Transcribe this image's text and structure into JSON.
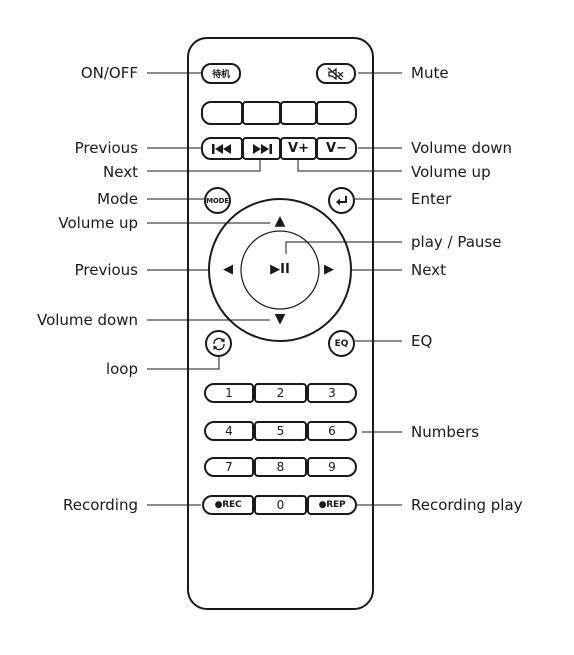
{
  "labels_left": {
    "on_off": "ON/OFF",
    "previous_top": "Previous",
    "next_top": "Next",
    "mode": "Mode",
    "volume_up_left": "Volume up",
    "previous_mid": "Previous",
    "volume_down_left": "Volume down",
    "loop": "loop",
    "recording": "Recording"
  },
  "labels_right": {
    "mute": "Mute",
    "volume_down_right": "Volume down",
    "volume_up_right": "Volume up",
    "enter": "Enter",
    "play_pause": "play / Pause",
    "next_mid": "Next",
    "eq": "EQ",
    "numbers": "Numbers",
    "recording_play": "Recording play"
  },
  "buttons": {
    "power": "待机",
    "mute_icon": "mute-speaker-icon",
    "prev": "⏮",
    "next": "⏭",
    "vol_up": "V+",
    "vol_down": "V−",
    "mode": "MODE",
    "enter_icon": "enter-return-icon",
    "up": "▲",
    "down": "▼",
    "left": "◀",
    "right": "▶",
    "play_pause": "▶II",
    "loop_icon": "loop-icon",
    "eq": "EQ",
    "rec": "●REC",
    "rep": "●REP"
  },
  "numbers": [
    "1",
    "2",
    "3",
    "4",
    "5",
    "6",
    "7",
    "8",
    "9",
    "0"
  ]
}
